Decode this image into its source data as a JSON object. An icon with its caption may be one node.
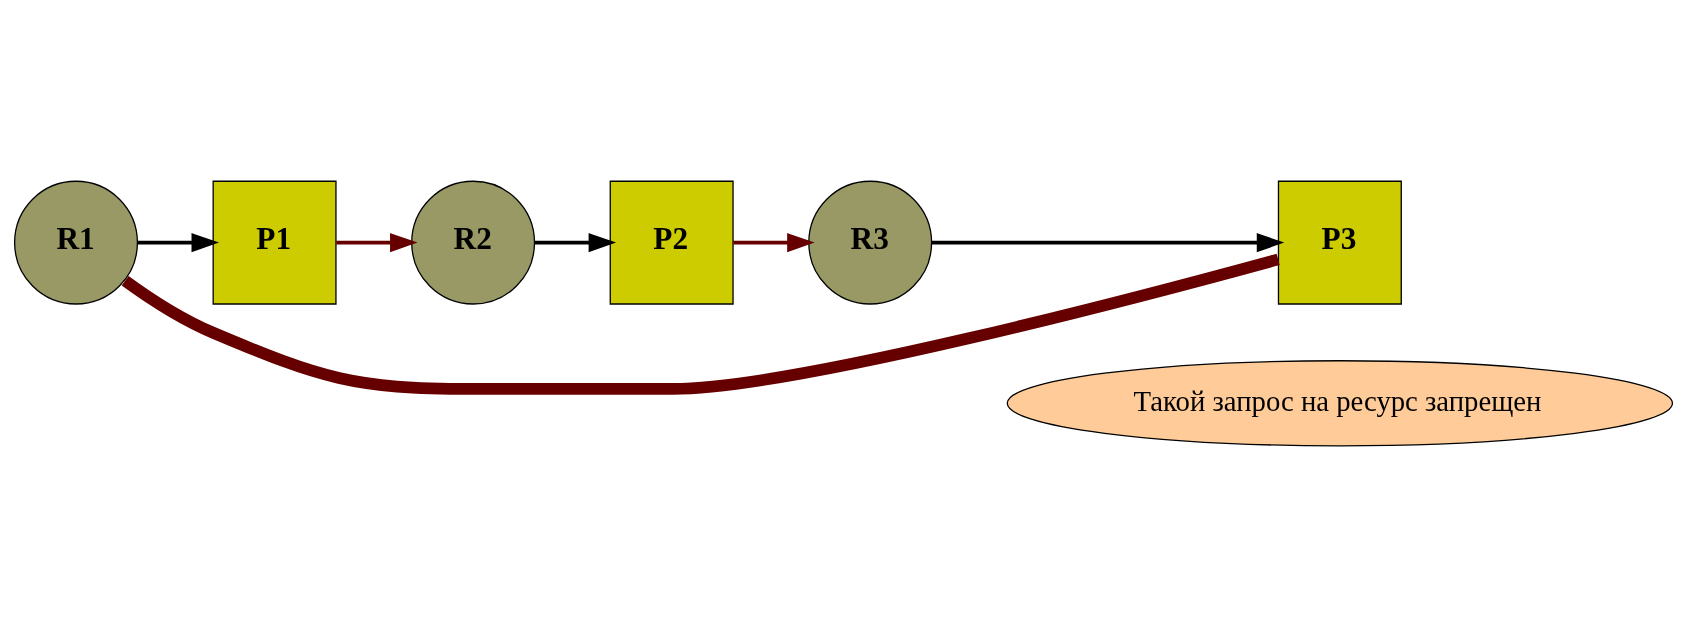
{
  "diagram": {
    "nodes": [
      {
        "text": [
          "Такой запрос на ресурс запрещен"
        ]
      },
      {
        "text": [
          "R1"
        ]
      },
      {
        "text": [
          "P1"
        ]
      },
      {
        "text": [
          "R2"
        ]
      },
      {
        "text": [
          "P2"
        ]
      },
      {
        "text": [
          "R3"
        ]
      },
      {
        "text": [
          "P3"
        ]
      }
    ],
    "edges": [
      {
        "from": 1,
        "to": 2,
        "arrow": "to"
      },
      {
        "from": 2,
        "to": 3,
        "arrow": "to",
        "color": "#660000"
      },
      {
        "from": 3,
        "to": 4,
        "arrow": "to"
      },
      {
        "from": 4,
        "to": 5,
        "arrow": "to",
        "color": "#660000"
      },
      {
        "from": 5,
        "to": 6,
        "arrow": "to"
      },
      {
        "from": 1,
        "to": 6,
        "arrow": "none",
        "style": "thick",
        "color": "#660000"
      }
    ]
  }
}
